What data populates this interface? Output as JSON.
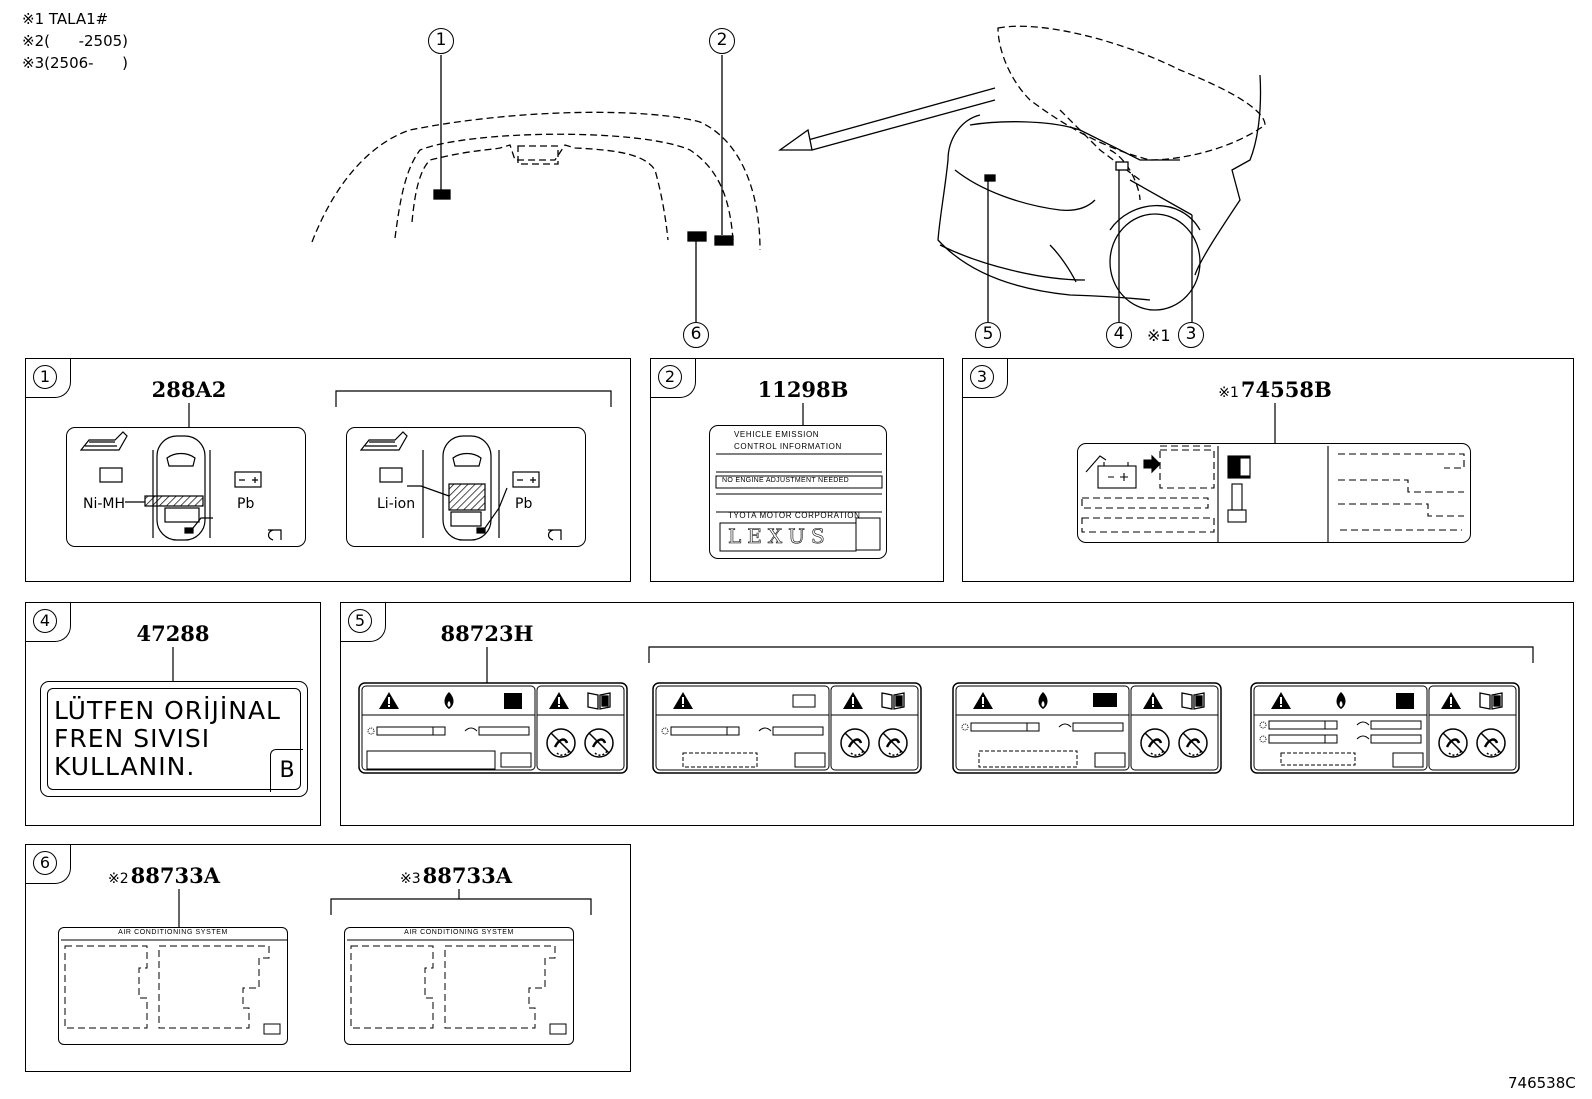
{
  "legend": [
    {
      "mark": "※1",
      "text": "TALA1#"
    },
    {
      "mark": "※2",
      "text": "(      -2505)"
    },
    {
      "mark": "※3",
      "text": "(2506-      )"
    }
  ],
  "callouts": {
    "c1": "1",
    "c2": "2",
    "c3": "3",
    "c4": "4",
    "c5": "5",
    "c6": "6",
    "c3_prefix": "※1"
  },
  "panels": {
    "p1": {
      "num": "1",
      "part": "288A2",
      "left_chem": "Ni-MH",
      "left_pb": "Pb",
      "right_chem": "Li-ion",
      "right_pb": "Pb"
    },
    "p2": {
      "num": "2",
      "part": "11298B",
      "line1": "VEHICLE  EMISSION",
      "line2": "CONTROL  INFORMATION",
      "line3": "NO  ENGINE  ADJUSTMENT NEEDED",
      "line4": "TYOTA  MOTOR  CORPORATION",
      "logo": "LEXUS"
    },
    "p3": {
      "num": "3",
      "prefix": "※1",
      "part": "74558B"
    },
    "p4": {
      "num": "4",
      "part": "47288",
      "text1": "LÜTFEN  ORİJİNAL",
      "text2": "FREN  SIVISI",
      "text3": "KULLANIN.",
      "box": "B"
    },
    "p5": {
      "num": "5",
      "part": "88723H"
    },
    "p6": {
      "num": "6",
      "a_prefix": "※2",
      "a_part": "88733A",
      "b_prefix": "※3",
      "b_part": "88733A",
      "ac_title": "AIR CONDITIONING SYSTEM"
    }
  },
  "figure_code": "746538C"
}
